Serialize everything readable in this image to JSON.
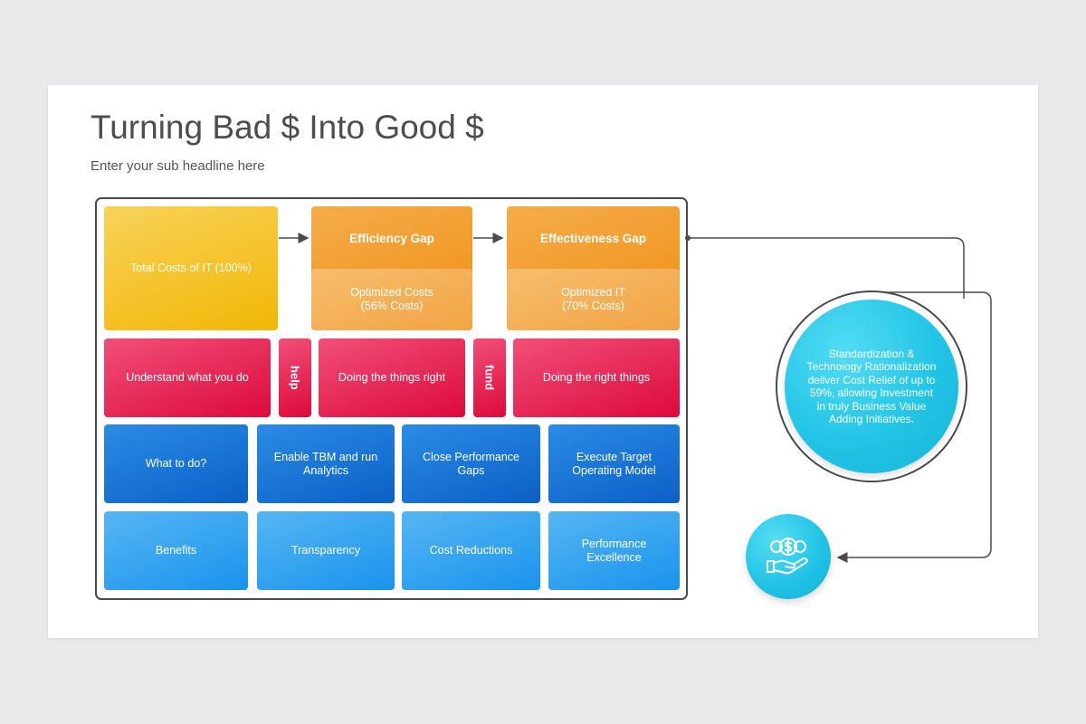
{
  "header": {
    "title": "Turning Bad $ Into Good $",
    "subtitle": "Enter your sub headline here"
  },
  "row1": {
    "total": "Total Costs of IT (100%)",
    "efficiency_gap": "Efficiency Gap",
    "optimized_costs": "Optimized  Costs\n(56% Costs)",
    "effectiveness_gap": "Effectiveness Gap",
    "optimized_it": "Optimized  IT\n(70% Costs)"
  },
  "row2": {
    "understand": "Understand what you do",
    "help": "help",
    "doing_things_right": "Doing the things right",
    "fund": "fund",
    "doing_right_things": "Doing the right things"
  },
  "row3": {
    "what_to_do": "What to do?",
    "enable_tbm": "Enable TBM and run Analytics",
    "close_gaps": "Close Performance Gaps",
    "execute_model": "Execute Target Operating Model"
  },
  "row4": {
    "benefits": "Benefits",
    "transparency": "Transparency",
    "cost_reductions": "Cost Reductions",
    "performance_excellence": "Performance Excellence"
  },
  "callout": {
    "text": "Standardization & Technology Rationalization deliver Cost Relief of up to 59%, allowing Investment in truly Business Value Adding Initiatives.",
    "icon": "money-hand-icon"
  },
  "colors": {
    "yellow": "#f2b705",
    "orange": "#ee8d12",
    "red": "#dc0a3b",
    "blue": "#0b5fc6",
    "light_blue": "#1993ec",
    "cyan": "#22c4e6"
  }
}
